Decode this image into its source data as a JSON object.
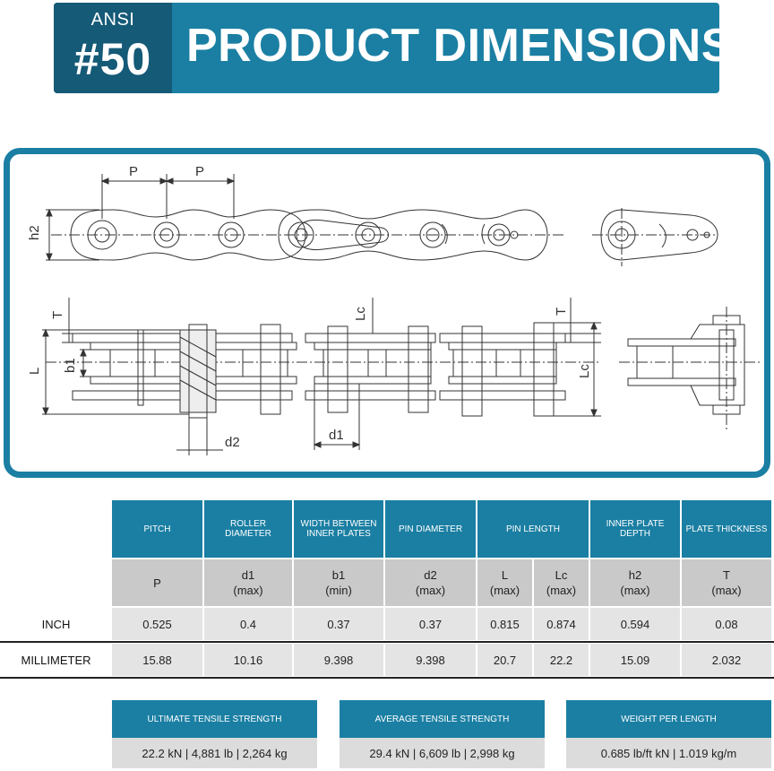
{
  "header": {
    "badge_small": "ANSI",
    "badge_big": "#50",
    "title": "PRODUCT DIMENSIONS"
  },
  "diagram": {
    "labels": {
      "P1": "P",
      "P2": "P",
      "h2": "h2",
      "T_left": "T",
      "L": "L",
      "b1": "b1",
      "Lc_top": "Lc",
      "T_right": "T",
      "Lc_right": "Lc",
      "d2": "d2",
      "d1": "d1"
    }
  },
  "table": {
    "headers": [
      "PITCH",
      "ROLLER DIAMETER",
      "WIDTH BETWEEN INNER PLATES",
      "PIN DIAMETER",
      "PIN LENGTH",
      "INNER PLATE DEPTH",
      "PLATE THICKNESS"
    ],
    "symbols": [
      "P",
      "d1\n(max)",
      "b1\n(min)",
      "d2\n(max)",
      "L\n(max)",
      "Lc\n(max)",
      "h2\n(max)",
      "T\n(max)"
    ],
    "rows": [
      {
        "label": "INCH",
        "values": [
          "0.525",
          "0.4",
          "0.37",
          "0.37",
          "0.815",
          "0.874",
          "0.594",
          "0.08"
        ]
      },
      {
        "label": "MILLIMETER",
        "values": [
          "15.88",
          "10.16",
          "9.398",
          "9.398",
          "20.7",
          "22.2",
          "15.09",
          "2.032"
        ]
      }
    ]
  },
  "specs": [
    {
      "label": "ULTIMATE TENSILE STRENGTH",
      "value": "22.2 kN | 4,881 lb | 2,264 kg"
    },
    {
      "label": "AVERAGE TENSILE STRENGTH",
      "value": "29.4 kN | 6,609 lb | 2,998 kg"
    },
    {
      "label": "WEIGHT PER LENGTH",
      "value": "0.685 lb/ft kN | 1.019 kg/m"
    }
  ],
  "colors": {
    "brand_blue": "#1b7fa3",
    "dark_blue": "#155a77",
    "symbol_gray": "#c9c9c9",
    "value_gray": "#e4e4e4"
  }
}
